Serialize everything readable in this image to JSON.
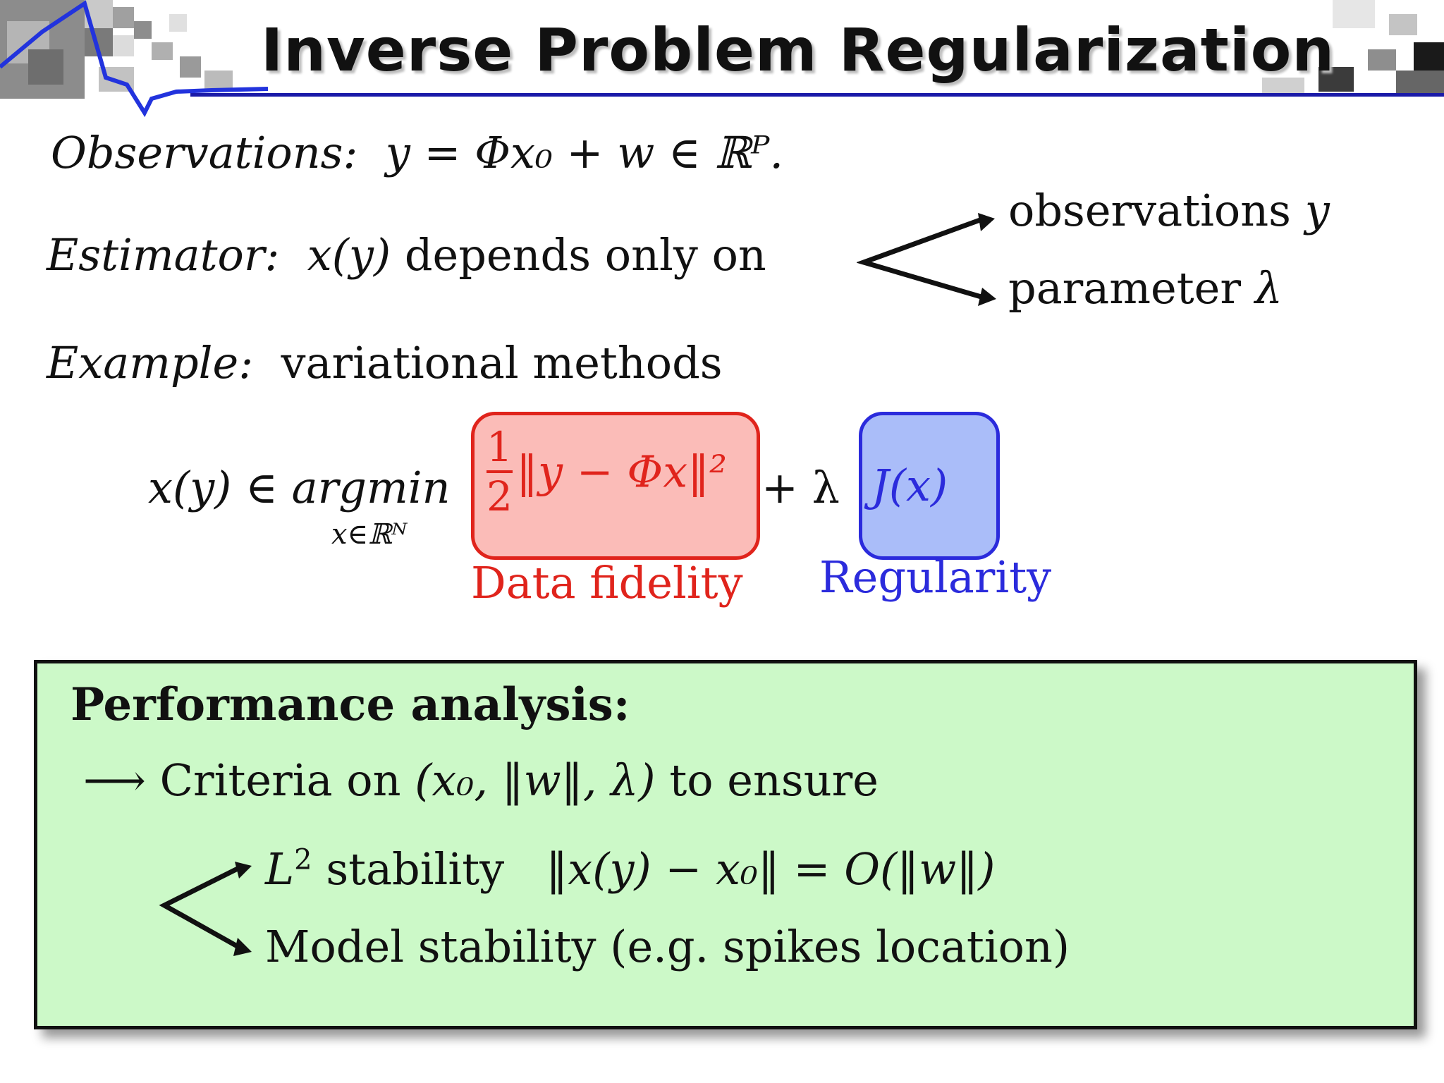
{
  "slide": {
    "title": "Inverse Problem Regularization"
  },
  "observations": {
    "label": "Observations:",
    "formula": "y = Φx₀ + w ∈ ℝᴾ."
  },
  "estimator": {
    "label": "Estimator:",
    "formula": "x(y)",
    "text": "depends only on",
    "branch_top": "observations",
    "branch_top_var": "y",
    "branch_bottom": "parameter",
    "branch_bottom_var": "λ"
  },
  "example": {
    "label": "Example:",
    "text": "variational methods"
  },
  "equation": {
    "lhs": "x(y) ∈ argmin",
    "subscript": "x∈ℝᴺ",
    "frac_num": "1",
    "frac_den": "2",
    "fidelity_term": "‖y − Φx‖²",
    "plus_lambda": "+ λ",
    "regularity_term": "J(x)",
    "fidelity_label": "Data fidelity",
    "regularity_label": "Regularity"
  },
  "performance": {
    "heading": "Performance analysis:",
    "criteria_prefix": "⟶ Criteria on",
    "criteria_tuple": "(x₀, ‖w‖, λ)",
    "criteria_suffix": "to ensure",
    "l2_label": "L",
    "l2_sup": "2",
    "l2_text": "stability",
    "l2_formula": "‖x(y) − x₀‖ = O(‖w‖)",
    "model_text": "Model stability (e.g. spikes location)"
  },
  "colors": {
    "title_rule": "#1a1aa8",
    "fidelity": "#e0241c",
    "fidelity_fill": "#fbbcb8",
    "regularity": "#2b2bdc",
    "regularity_fill": "#aabdf9",
    "panel_fill": "#ccf9c8"
  },
  "icons": [
    "pixel-mosaic-logo",
    "branch-arrows-icon"
  ]
}
